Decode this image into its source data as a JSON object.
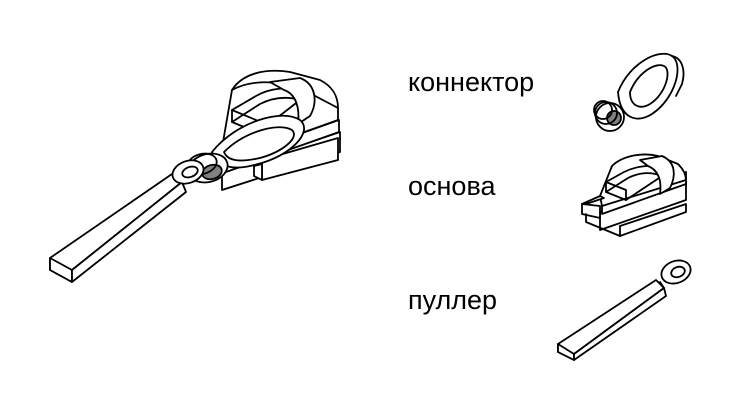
{
  "labels": {
    "connector": "коннектор",
    "base": "основа",
    "puller": "пуллер"
  },
  "colors": {
    "stroke": "#000000",
    "fill": "#ffffff",
    "ring_shade": "#808080"
  }
}
